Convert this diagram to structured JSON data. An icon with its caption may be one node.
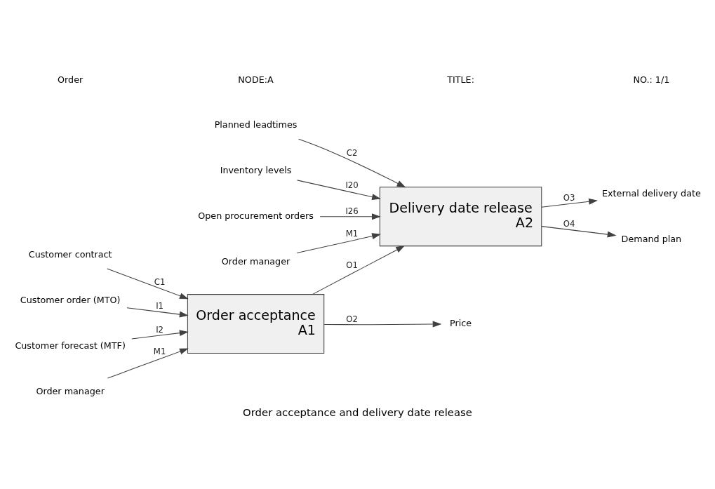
{
  "diagram": {
    "title": "Order acceptance and delivery date release",
    "nodes": [
      {
        "text": [
          "Order acceptance",
          "A1"
        ]
      },
      {
        "text": [
          "Delivery date release",
          "A2"
        ]
      },
      {
        "text": [
          "Customer contract"
        ]
      },
      {
        "text": [
          "Customer order (MTO)"
        ]
      },
      {
        "text": [
          "Customer forecast (MTF)"
        ]
      },
      {
        "text": [
          "Order manager"
        ]
      },
      {
        "text": [
          "Price"
        ]
      },
      {
        "text": [
          "Planned leadtimes"
        ]
      },
      {
        "text": [
          "Inventory levels"
        ]
      },
      {
        "text": [
          "Open procurement orders"
        ]
      },
      {
        "text": [
          "Order manager"
        ]
      },
      {
        "text": [
          "External delivery date"
        ]
      },
      {
        "text": [
          "Demand plan"
        ]
      }
    ],
    "edges": [
      {
        "from": 2,
        "to": 0,
        "arrow": "to",
        "label": "C1"
      },
      {
        "from": 3,
        "to": 0,
        "arrow": "to",
        "label": "I1"
      },
      {
        "from": 4,
        "to": 0,
        "arrow": "to",
        "label": "I2"
      },
      {
        "from": 5,
        "to": 0,
        "arrow": "to",
        "label": "M1"
      },
      {
        "from": 0,
        "to": 6,
        "arrow": "to",
        "label": "O2"
      },
      {
        "from": 0,
        "to": 1,
        "arrow": "to",
        "label": "O1"
      },
      {
        "from": 7,
        "to": 1,
        "arrow": "to",
        "label": "C2"
      },
      {
        "from": 8,
        "to": 1,
        "arrow": "to",
        "label": "I20"
      },
      {
        "from": 9,
        "to": 1,
        "arrow": "to",
        "label": "I26"
      },
      {
        "from": 10,
        "to": 1,
        "arrow": "to",
        "label": "M1"
      },
      {
        "from": 1,
        "to": 11,
        "arrow": "to",
        "label": "O3"
      },
      {
        "from": 1,
        "to": 12,
        "arrow": "to",
        "label": "O4"
      }
    ],
    "labels": [
      "Order",
      "NODE:A",
      "TITLE:",
      "NO.: 1/1"
    ]
  }
}
